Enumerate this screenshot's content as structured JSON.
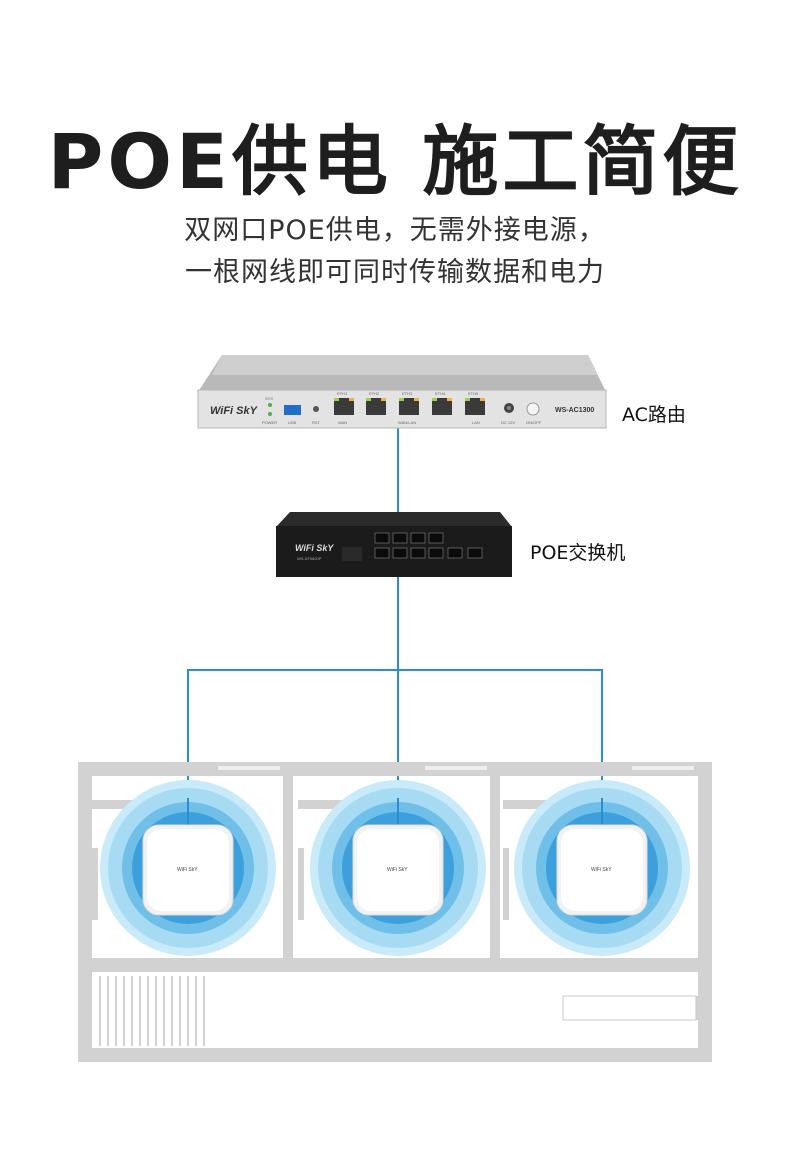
{
  "header": {
    "title": "POE供电  施工简便",
    "subtitle_line1": "双网口POE供电，无需外接电源，",
    "subtitle_line2": "一根网线即可同时传输数据和电力"
  },
  "devices": {
    "ac_router": {
      "label": "AC路由",
      "brand": "WiFi SkY",
      "model": "WS-AC1300",
      "ports": [
        "ETH1",
        "ETH2",
        "ETH3",
        "ETH4",
        "ETH5"
      ],
      "port_captions": [
        "WAN",
        "WAN/LAN",
        "LAN"
      ],
      "indicators": [
        "SYS",
        "POWER"
      ],
      "usb_label": "USB",
      "rst_label": "RST",
      "dc_label": "DC 12V",
      "power_label": "ON/OFF"
    },
    "poe_switch": {
      "label": "POE交换机",
      "brand": "WiFi SkY",
      "model": "WS-SF0820P"
    },
    "access_points": [
      {
        "brand": "WiFi SkY"
      },
      {
        "brand": "WiFi SkY"
      },
      {
        "brand": "WiFi SkY"
      }
    ]
  },
  "colors": {
    "cable": "#2a8fd0",
    "coverage_outer": "#bfe6f8",
    "coverage_mid": "#7fc8ef",
    "coverage_inner": "#3ea3df",
    "wall": "#cfcfcf"
  }
}
